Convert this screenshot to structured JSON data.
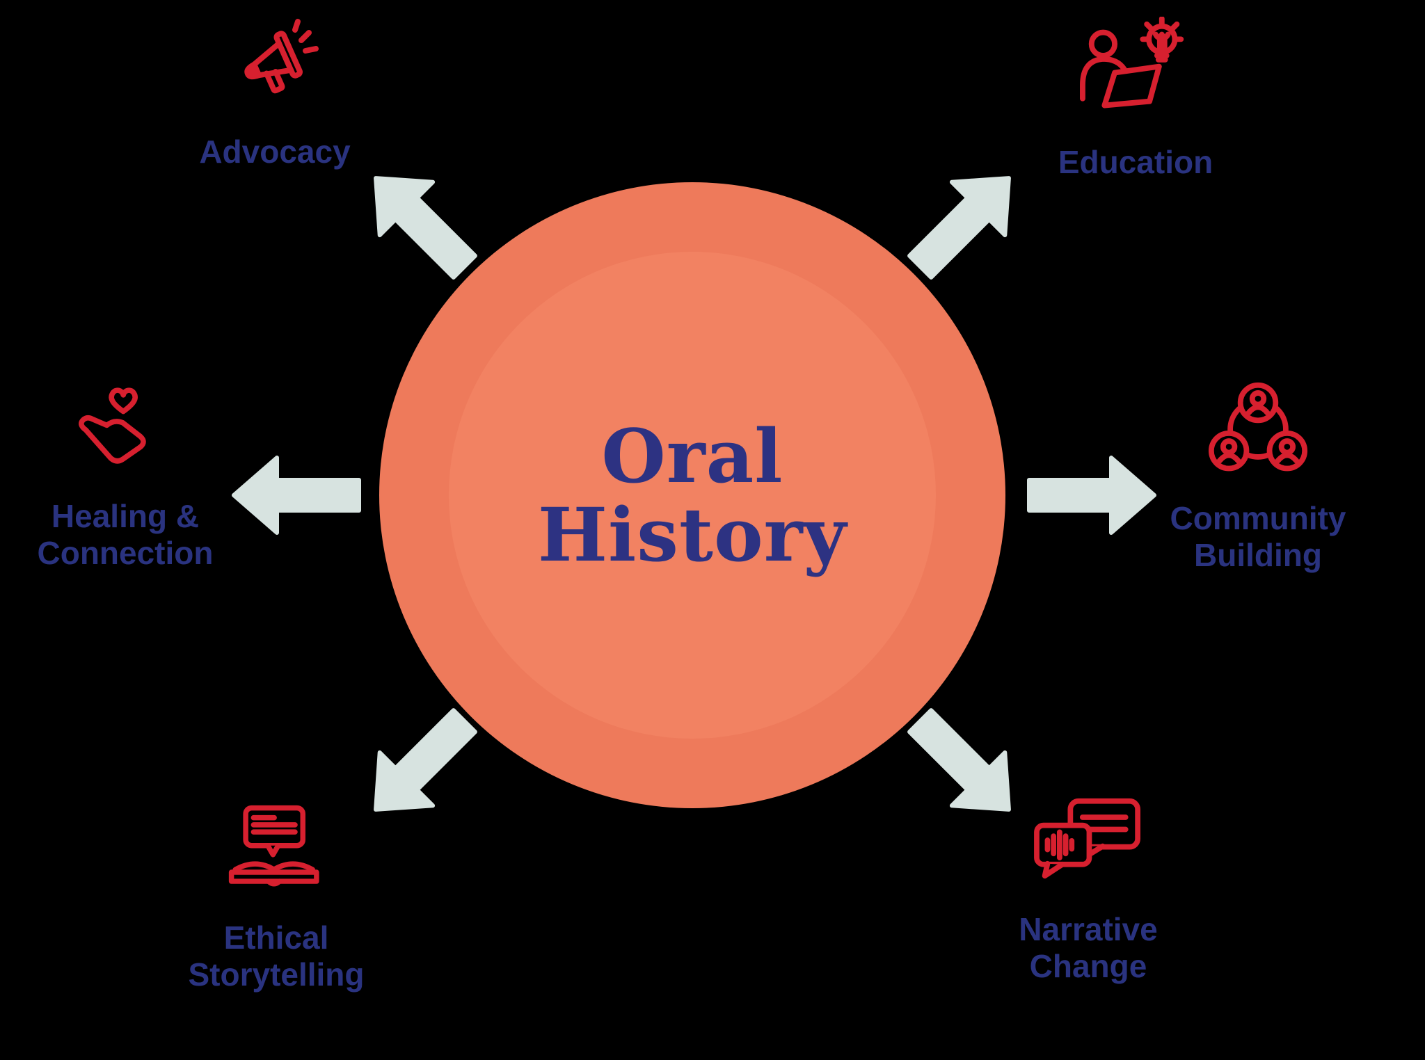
{
  "diagram": {
    "center": {
      "title": "Oral\nHistory"
    },
    "nodes": [
      {
        "id": "advocacy",
        "label": "Advocacy",
        "icon": "megaphone-icon"
      },
      {
        "id": "education",
        "label": "Education",
        "icon": "person-lightbulb-icon"
      },
      {
        "id": "community-building",
        "label": "Community\nBuilding",
        "icon": "people-network-icon"
      },
      {
        "id": "narrative-change",
        "label": "Narrative\nChange",
        "icon": "speech-bubbles-icon"
      },
      {
        "id": "ethical-storytelling",
        "label": "Ethical\nStorytelling",
        "icon": "book-speech-bubble-icon"
      },
      {
        "id": "healing-connection",
        "label": "Healing &\nConnection",
        "icon": "hand-heart-icon"
      }
    ],
    "colors": {
      "background": "#000000",
      "circle_outer": "#EE7A5B",
      "circle_inner": "#F28262",
      "title_navy": "#2D3282",
      "label_navy": "#2A3380",
      "icon_red": "#D7202F",
      "arrow_gray": "#D7E3E0"
    }
  }
}
